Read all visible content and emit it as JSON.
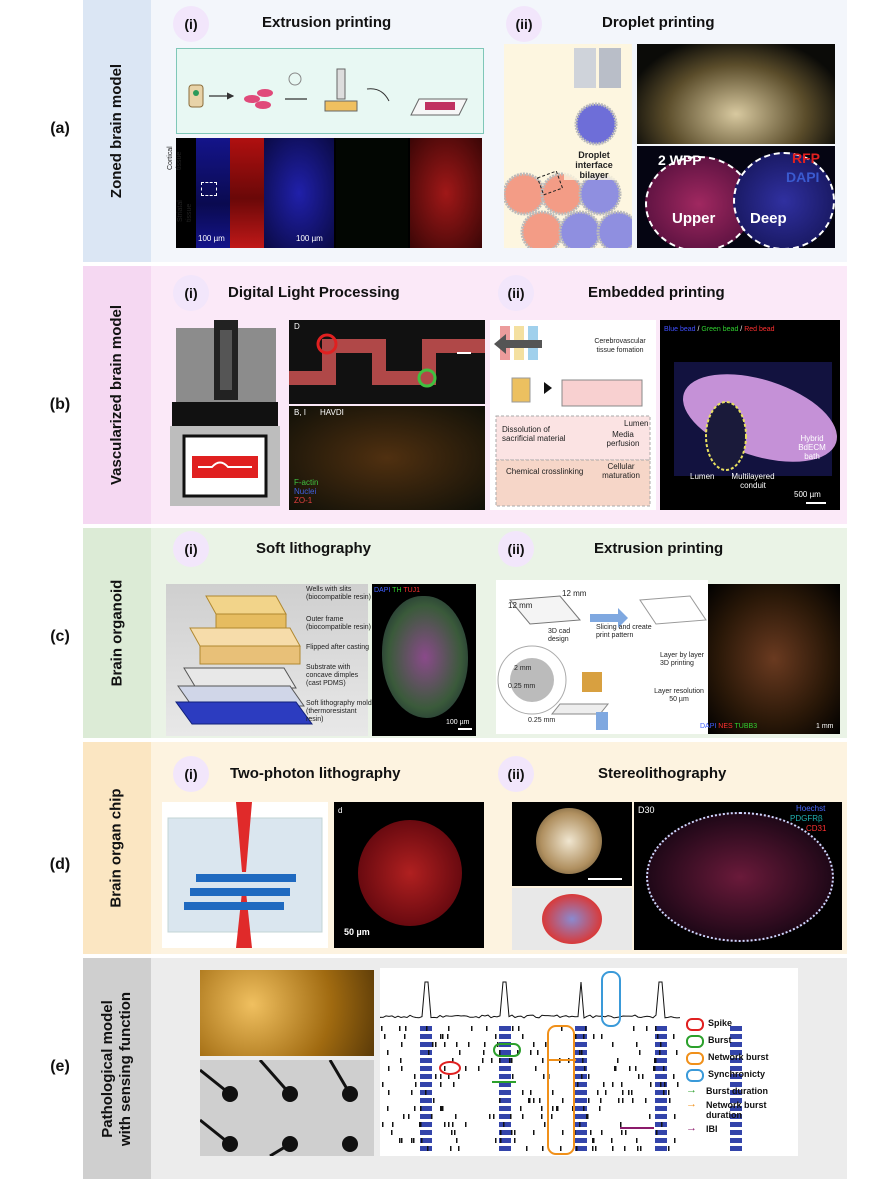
{
  "panels": {
    "a": {
      "letter": "(a)",
      "side": "Zoned brain model",
      "i": {
        "num": "(i)",
        "title": "Extrusion printing",
        "cortical": "Cortical tissue",
        "striatal": "Striatal tissue",
        "scale1": "100 µm",
        "scale2": "100 µm"
      },
      "ii": {
        "num": "(ii)",
        "title": "Droplet printing",
        "dib": "Droplet interface bilayer",
        "wpp": "2 WPP",
        "rfp": "RFP",
        "dapi": "DAPI",
        "upper": "Upper",
        "deep": "Deep"
      }
    },
    "b": {
      "letter": "(b)",
      "side": "Vascularized brain model",
      "i": {
        "num": "(i)",
        "title": "Digital Light Processing",
        "d": "D",
        "bi": "B, I",
        "havdi": "HAVDI",
        "factin": "F-actin",
        "nuclei": "Nuclei",
        "zo1": "ZO-1"
      },
      "ii": {
        "num": "(ii)",
        "title": "Embedded printing",
        "ctf": "Cerebrovascular tissue fomation",
        "lumen1": "Lumen",
        "media": "Media perfusion",
        "dissolution": "Dissolution of sacrificial material",
        "chem": "Chemical crosslinking",
        "cellular": "Cellular maturation",
        "blue_bead": "Blue bead",
        "slash1": " / ",
        "green_bead": "Green bead",
        "slash2": " / ",
        "red_bead": "Red bead",
        "hybrid": "Hybrid BdECM bath",
        "lumen2": "Lumen",
        "multi": "Multilayered conduit",
        "scale": "500 µm"
      }
    },
    "c": {
      "letter": "(c)",
      "side": "Brain organoid",
      "i": {
        "num": "(i)",
        "title": "Soft lithography",
        "l1": "Wells with slits (biocompatible resin)",
        "l2": "Outer frame (biocompatible resin)",
        "l3": "Flipped after casting",
        "l4": "Substrate with concave dimples (cast PDMS)",
        "l5": "Soft lithography mold (thermoresistant resin)",
        "dapi": "DAPI",
        "th": "TH",
        "tuj1": "TUJ1",
        "scale": "100 µm"
      },
      "ii": {
        "num": "(ii)",
        "title": "Extrusion printing",
        "mm12a": "12 mm",
        "mm12b": "12 mm",
        "cad": "3D cad design",
        "slicing": "Slicing and create print pattern",
        "layer": "Layer by layer 3D printing",
        "res": "Layer resolution 50 µm",
        "mm2": "2 mm",
        "mm025a": "0.25 mm",
        "mm025b": "0.25 mm",
        "dapi": "DAPI",
        "nes": "NES",
        "tubb3": "TUBB3",
        "scale": "1 mm"
      }
    },
    "d": {
      "letter": "(d)",
      "side": "Brain organ chip",
      "i": {
        "num": "(i)",
        "title": "Two-photon lithography",
        "d": "d",
        "scale": "50 µm"
      },
      "ii": {
        "num": "(ii)",
        "title": "Stereolithography",
        "d30": "D30",
        "hoechst": "Hoechst",
        "pdgfrb": "PDGFRβ",
        "cd31": "CD31"
      }
    },
    "e": {
      "letter": "(e)",
      "side1": "Pathological model",
      "side2": "with sensing function",
      "legend": [
        "Spike",
        "Burst",
        "Network burst",
        "Synchronicty",
        "Burst duration",
        "Network burst duration",
        "IBI"
      ]
    }
  },
  "colors": {
    "a_bg": "#e6eef8",
    "b_bg": "#f8e6f6",
    "c_bg": "#e8f1e4",
    "d_bg": "#fbf1dc",
    "e_bg": "#ececec",
    "circle": "#f2e6fb",
    "spike": "#e02020",
    "burst": "#2ca02c",
    "network": "#f0901a",
    "sync": "#3a9ad9",
    "ibi": "#8b1a6b"
  }
}
